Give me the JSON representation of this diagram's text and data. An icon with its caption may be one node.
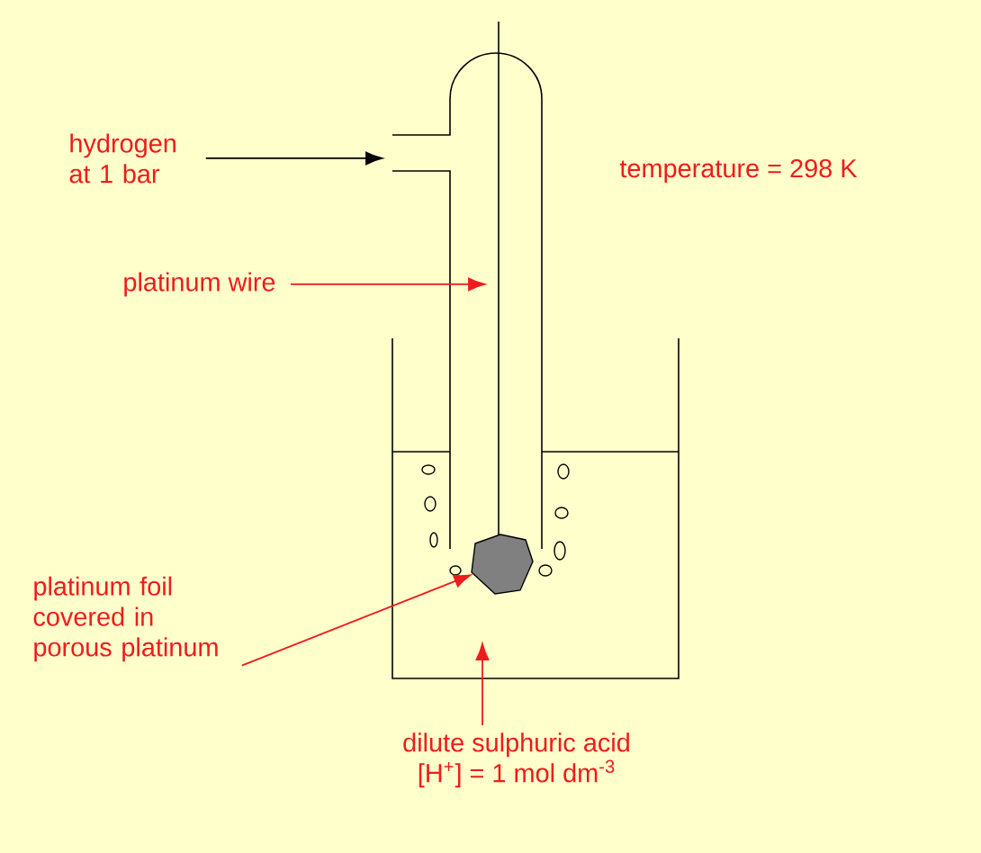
{
  "diagram": {
    "nodes": [
      {
        "text": [
          "hydrogen at 1 bar"
        ]
      },
      {
        "text": [
          "platinum wire"
        ]
      },
      {
        "text": [
          "platinum foil covered in porous platinum"
        ]
      },
      {
        "text": [
          "dilute sulphuric acid",
          "[H$^{+}$] = 1 mol dm$^{-3}$"
        ]
      },
      {
        "text": [],
        "shape": "blob"
      }
    ],
    "edges": [
      {
        "from": 0,
        "to": null,
        "arrow": "to",
        "color": "#000000"
      },
      {
        "from": 1,
        "to": null,
        "arrow": "to"
      },
      {
        "from": 2,
        "to": 4,
        "arrow": "to"
      },
      {
        "from": 3,
        "to": null,
        "arrow": "to"
      }
    ],
    "labels": [
      "temperature = 298 K"
    ]
  }
}
